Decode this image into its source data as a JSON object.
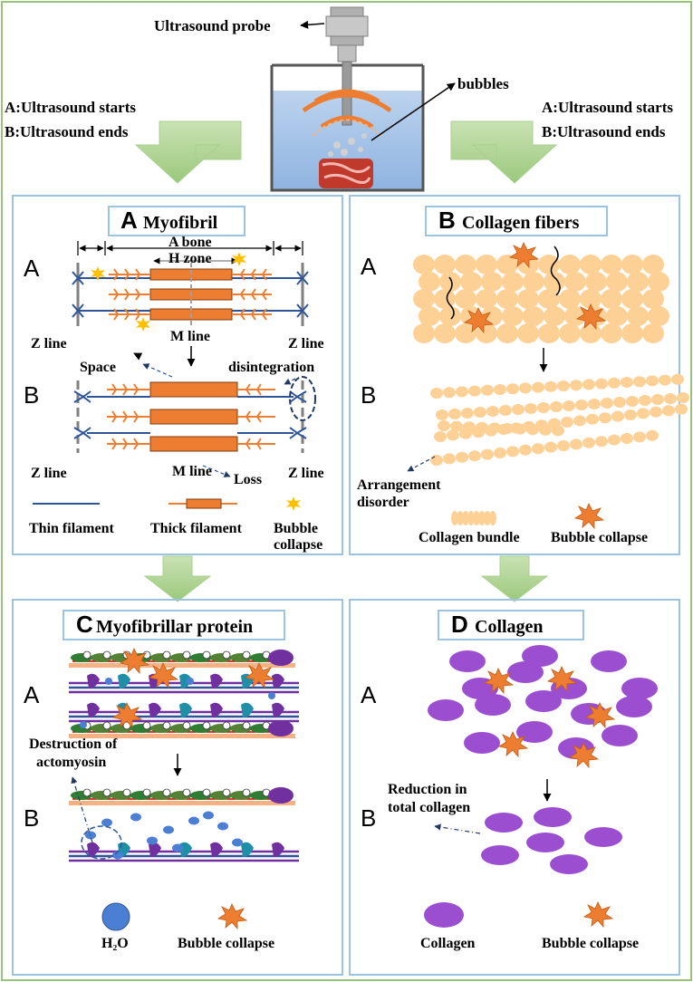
{
  "top": {
    "probe_label": "Ultrasound probe",
    "bubbles_label": "bubbles",
    "left_note": [
      "A:Ultrasound starts",
      "B:Ultrasound ends"
    ],
    "right_note": [
      "A:Ultrasound starts",
      "B:Ultrasound ends"
    ]
  },
  "panels": {
    "myofibril": {
      "letter": "A",
      "title": "Myofibril",
      "a_bone": "A bone",
      "h_zone": "H zone",
      "z_line": "Z line",
      "m_line": "M line",
      "space": "Space",
      "disintegration": "disintegration",
      "loss": "Loss",
      "legend": [
        "Thin filament",
        "Thick filament",
        "Bubble",
        "collapse"
      ]
    },
    "collagen_fibers": {
      "letter": "B",
      "title": "Collagen fibers",
      "arrangement": [
        "Arrangement",
        "disorder"
      ],
      "legend": [
        "Collagen bundle",
        "Bubble collapse"
      ]
    },
    "myofibrillar_protein": {
      "letter": "C",
      "title": "Myofibrillar protein",
      "destruction": [
        "Destruction of",
        "actomyosin"
      ],
      "legend_h2o": "H₂O",
      "legend_bubble": "Bubble collapse"
    },
    "collagen": {
      "letter": "D",
      "title": "Collagen",
      "reduction": [
        "Reduction in",
        "total collagen"
      ],
      "legend": [
        "Collagen",
        "Bubble collapse"
      ]
    },
    "state_a": "A",
    "state_b": "B"
  },
  "colors": {
    "outer_border": "#9bc27c",
    "panel_border": "#9cc3e0",
    "orange": "#ed7d31",
    "blue_line": "#2f5597",
    "collagen_fiber": "#fdd095",
    "collagen_purple": "#9b4fd0",
    "water_blue": "#4a7fd4",
    "arrow_green": "#a9d08e"
  }
}
